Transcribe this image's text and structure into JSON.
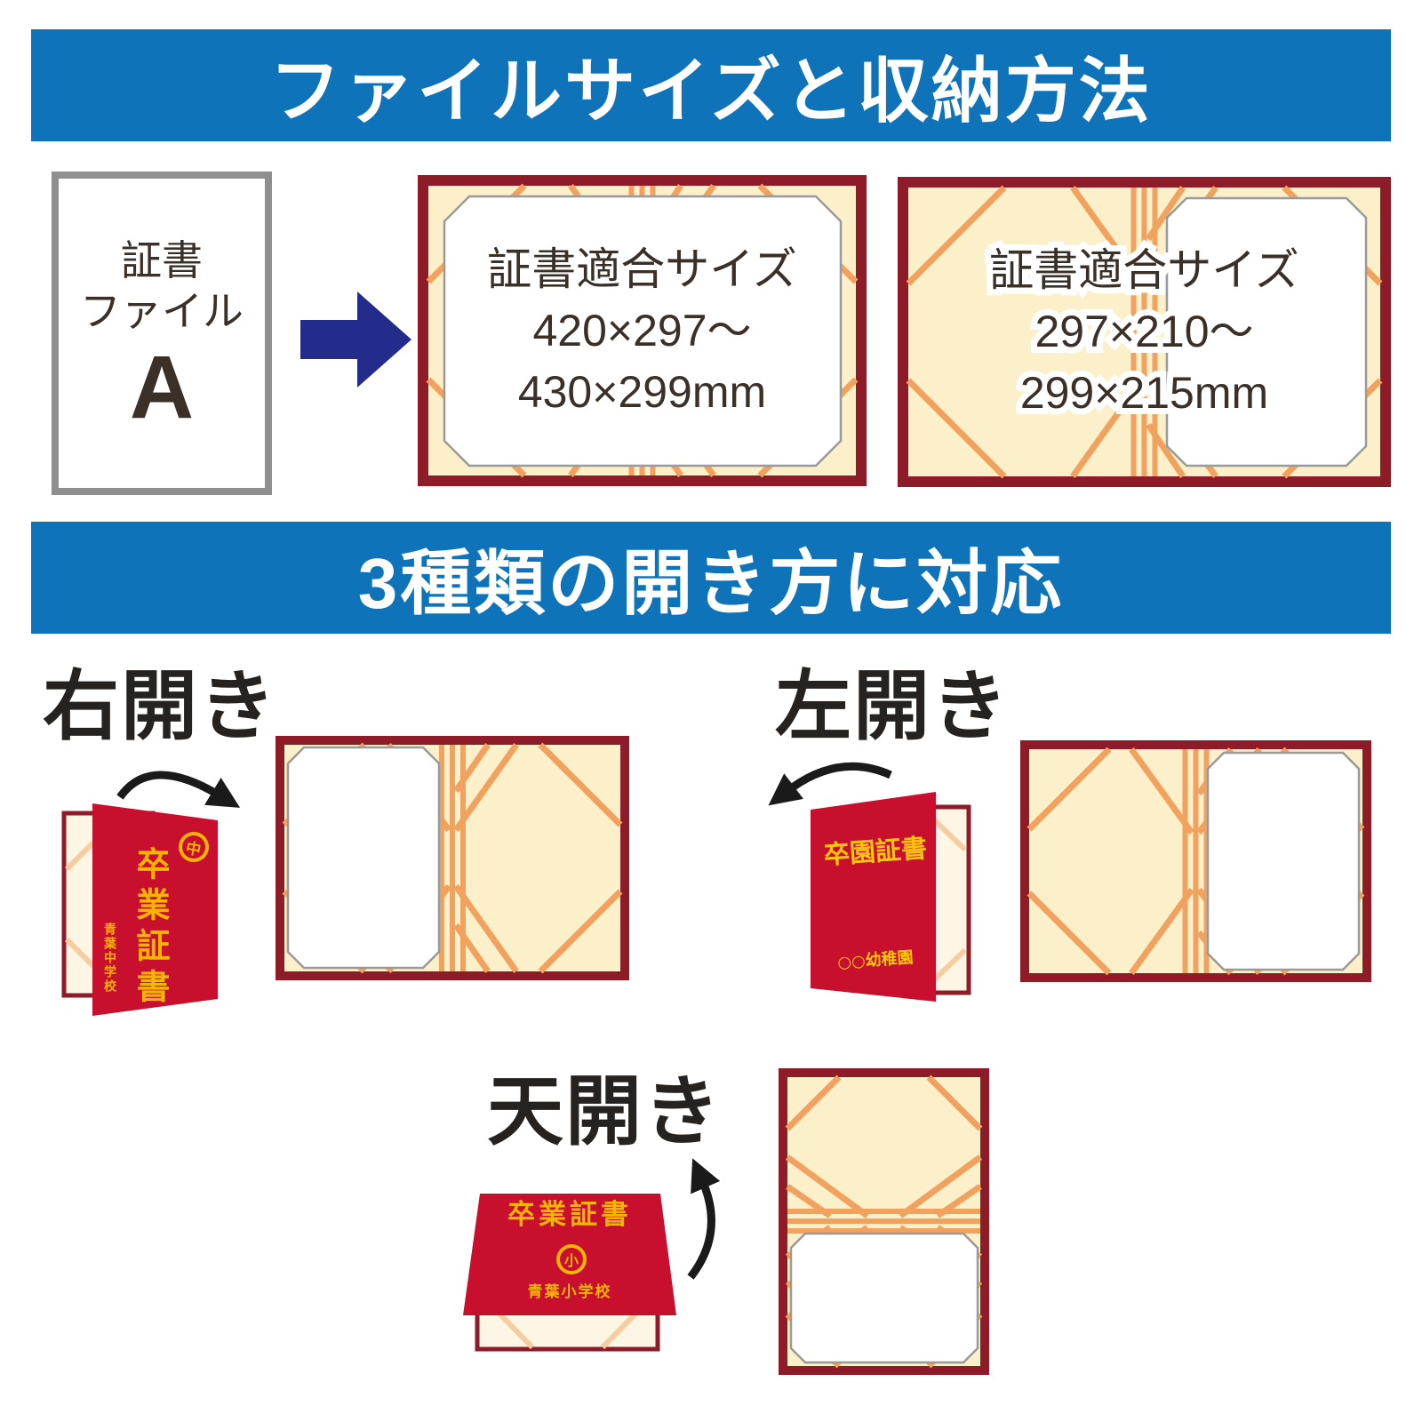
{
  "colors": {
    "banner-blue": "#0F73BA",
    "navy-arrow": "#232C8B",
    "maroon": "#8E1B28",
    "cream": "#FBF0C9",
    "cream-light": "#FDF6E4",
    "orange": "#F2A25F",
    "orange-light": "#F5CDA0",
    "cover-red": "#C8102E",
    "gold": "#F5B402",
    "gold-bright": "#FFC60B",
    "text-dark": "#3A3028",
    "label-dark": "#262220"
  },
  "section_size": {
    "banner": "ファイルサイズと収納方法",
    "file_box": {
      "name_line1": "証書",
      "name_line2": "ファイル",
      "letter": "A"
    },
    "frame_a3": {
      "line1": "証書適合サイズ",
      "line2": "420×297〜",
      "line3": "430×299mm"
    },
    "frame_a4": {
      "line1": "証書適合サイズ",
      "line2": "297×210〜",
      "line3": "299×215mm"
    }
  },
  "section_opening": {
    "banner": "3種類の開き方に対応",
    "right_open": {
      "label": "右開き",
      "cover_title": "卒業証書",
      "emblem": "中",
      "school": "青葉中学校"
    },
    "left_open": {
      "label": "左開き",
      "cover_title": "卒園証書",
      "school": "○○幼稚園"
    },
    "top_open": {
      "label": "天開き",
      "cover_title": "卒業証書",
      "emblem": "小",
      "school": "青葉小学校"
    }
  }
}
